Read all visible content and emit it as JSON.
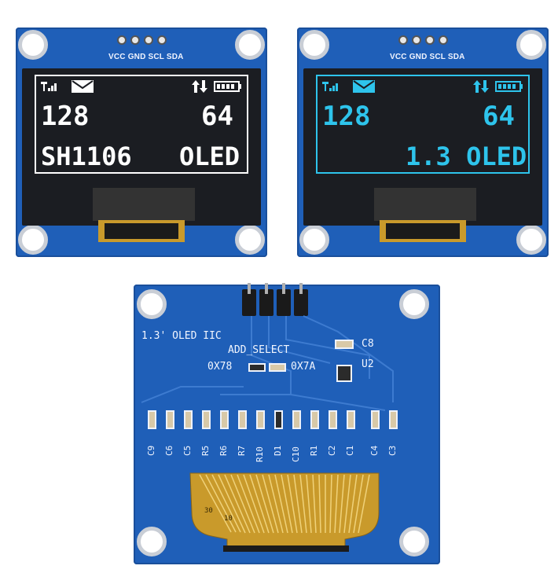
{
  "boards": [
    {
      "pins": "VCC GND SCL SDA",
      "screen_color": "#ffffff",
      "row1_left": "128",
      "row1_right": "64",
      "row2_left": "SH1106",
      "row2_right": "OLED"
    },
    {
      "pins": "VCC GND SCL SDA",
      "screen_color": "#2ec4ec",
      "row1_left": "128",
      "row1_right": "64",
      "row2_right": "1.3 OLED"
    }
  ],
  "back_board": {
    "title": "1.3' OLED IIC",
    "add_select": "ADD_SELECT",
    "addr_left": "0X78",
    "addr_right": "0X7A",
    "c8": "C8",
    "u2": "U2",
    "components": [
      "C9",
      "C6",
      "C5",
      "R5",
      "R6",
      "R7",
      "R10",
      "D1",
      "C10",
      "R1",
      "C2",
      "C1",
      "C4",
      "C3"
    ],
    "flex_num_left": "30",
    "flex_num_right": "10"
  },
  "colors": {
    "pcb": "#1f5fb8",
    "flex": "#c99a2b"
  }
}
